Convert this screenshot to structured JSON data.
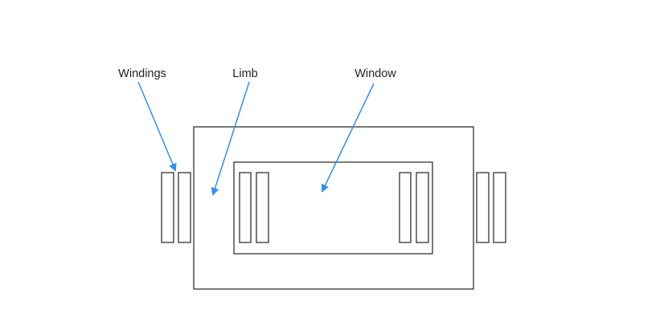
{
  "labels": {
    "windings": "Windings",
    "limb": "Limb",
    "window": "Window"
  },
  "colors": {
    "arrow": "#3a8ee6",
    "outline": "#333333"
  }
}
